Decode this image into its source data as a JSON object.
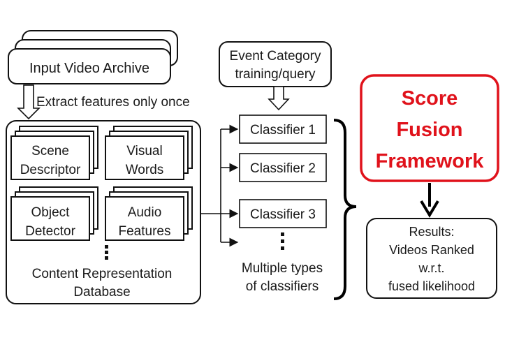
{
  "input_archive": {
    "label": "Input Video Archive"
  },
  "extract_label": "Extract features only once",
  "database": {
    "scene": [
      "Scene",
      "Descriptor"
    ],
    "visual": [
      "Visual",
      "Words"
    ],
    "object": [
      "Object",
      "Detector"
    ],
    "audio": [
      "Audio",
      "Features"
    ],
    "caption": [
      "Content Representation",
      "Database"
    ]
  },
  "event_category": [
    "Event Category",
    "training/query"
  ],
  "classifiers": [
    "Classifier 1",
    "Classifier 2",
    "Classifier 3"
  ],
  "classifier_caption": [
    "Multiple types",
    "of classifiers"
  ],
  "fusion": {
    "lines": [
      "Score",
      "Fusion",
      "Framework"
    ],
    "color": "#e0121b"
  },
  "results": [
    "Results:",
    "Videos Ranked",
    "w.r.t.",
    "fused likelihood"
  ]
}
